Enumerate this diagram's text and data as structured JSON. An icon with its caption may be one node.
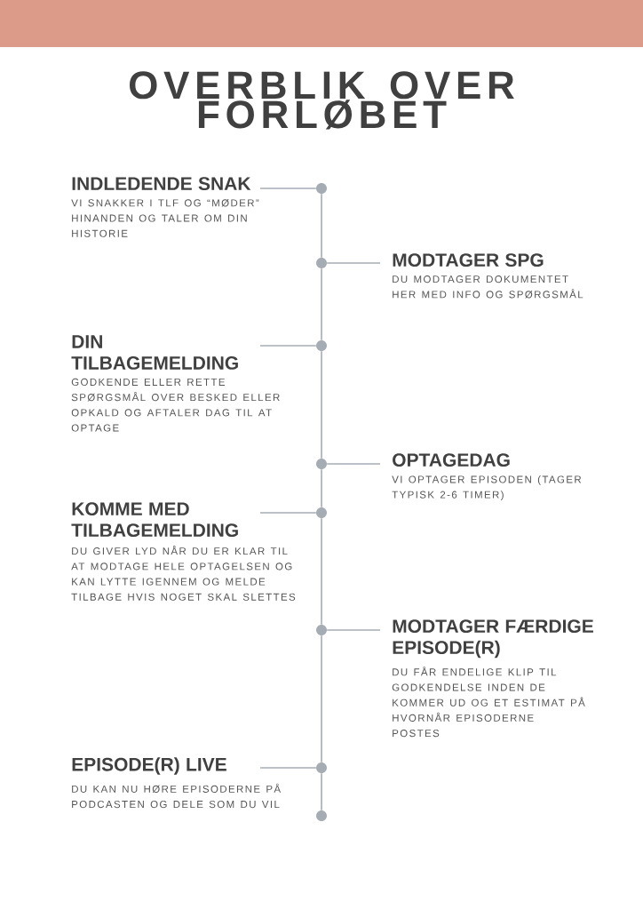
{
  "diagram": {
    "title": "OVERBLIK OVER FORLØBET",
    "nodes": [
      {
        "text": [
          "INDLEDENDE SNAK",
          "VI SNAKKER I TLF OG “MØDER” HINANDEN OG TALER OM DIN HISTORIE"
        ]
      },
      {
        "text": [
          "MODTAGER SPG",
          "DU MODTAGER DOKUMENTET HER MED INFO OG SPØRGSMÅL"
        ]
      },
      {
        "text": [
          "DIN TILBAGEMELDING",
          "GODKENDE ELLER RETTE SPØRGSMÅL OVER BESKED ELLER OPKALD OG AFTALER DAG TIL AT OPTAGE"
        ]
      },
      {
        "text": [
          "OPTAGEDAG",
          "VI OPTAGER EPISODEN (TAGER TYPISK 2-6 TIMER)"
        ]
      },
      {
        "text": [
          "KOMME MED TILBAGEMELDING",
          "DU GIVER LYD NÅR DU ER KLAR TIL AT MODTAGE HELE OPTAGELSEN OG KAN LYTTE IGENNEM OG MELDE TILBAGE HVIS NOGET SKAL SLETTES"
        ]
      },
      {
        "text": [
          "MODTAGER FÆRDIGE EPISODE(R)",
          "DU FÅR ENDELIGE KLIP TIL GODKENDELSE INDEN DE KOMMER UD OG ET ESTIMAT PÅ HVORNÅR EPISODERNE POSTES"
        ]
      },
      {
        "text": [
          "EPISODE(R) LIVE",
          "DU KAN NU HØRE EPISODERNE PÅ PODCASTEN OG DELE SOM DU VIL"
        ]
      },
      {
        "text": [],
        "shape": "circle"
      },
      {
        "text": [],
        "shape": "circle"
      },
      {
        "text": [],
        "shape": "circle"
      },
      {
        "text": [],
        "shape": "circle"
      },
      {
        "text": [],
        "shape": "circle"
      },
      {
        "text": [],
        "shape": "circle"
      },
      {
        "text": [],
        "shape": "circle"
      },
      {
        "text": [],
        "shape": "circle"
      }
    ],
    "edges": [
      {
        "from": 0,
        "to": 7,
        "arrow": "none"
      },
      {
        "from": 1,
        "to": 8,
        "arrow": "none"
      },
      {
        "from": 2,
        "to": 9,
        "arrow": "none"
      },
      {
        "from": 3,
        "to": 10,
        "arrow": "none"
      },
      {
        "from": 4,
        "to": 11,
        "arrow": "none"
      },
      {
        "from": 5,
        "to": 12,
        "arrow": "none"
      },
      {
        "from": 6,
        "to": 13,
        "arrow": "none"
      },
      {
        "from": 7,
        "to": 8,
        "arrow": "none"
      },
      {
        "from": 8,
        "to": 9,
        "arrow": "none"
      },
      {
        "from": 9,
        "to": 10,
        "arrow": "none"
      },
      {
        "from": 10,
        "to": 11,
        "arrow": "none"
      },
      {
        "from": 11,
        "to": 12,
        "arrow": "none"
      },
      {
        "from": 12,
        "to": 13,
        "arrow": "none"
      },
      {
        "from": 13,
        "to": 14,
        "arrow": "none"
      }
    ]
  }
}
